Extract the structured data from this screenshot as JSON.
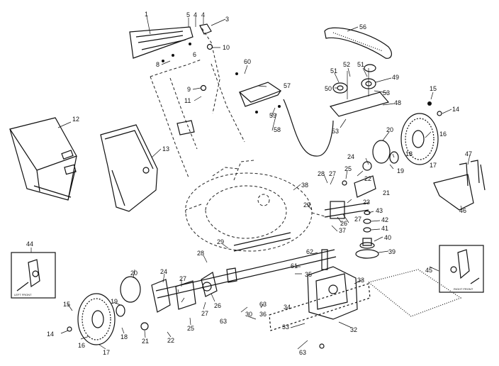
{
  "labels": {
    "p1": "1",
    "p5": "5",
    "p4": "4",
    "p3": "3",
    "p6": "6",
    "p10": "10",
    "p8": "8",
    "p9": "9",
    "p11": "11",
    "p12": "12",
    "p13": "13",
    "p60": "60",
    "p57": "57",
    "p59": "59",
    "p58": "58",
    "p56": "56",
    "p51a": "51",
    "p52": "52",
    "p51b": "51",
    "p50": "50",
    "p49": "49",
    "p53a": "53",
    "p48": "48",
    "p53b": "53",
    "p15a": "15",
    "p14a": "14",
    "p16a": "16",
    "p17a": "17",
    "p20a": "20",
    "p18a": "18",
    "p19a": "19",
    "p21a": "21",
    "p24a": "24",
    "p25a": "25",
    "p28a": "28",
    "p27a": "27",
    "p22a": "22",
    "p26a": "26",
    "p23a": "23",
    "p38": "38",
    "p29a": "29",
    "p37": "37",
    "p27b": "27",
    "p43": "43",
    "p42": "42",
    "p41": "41",
    "p40": "40",
    "p39": "39",
    "p47": "47",
    "p46": "46",
    "p45": "45",
    "p44": "44",
    "p28b": "28",
    "p29b": "29",
    "p62": "62",
    "p61": "61",
    "p35": "35",
    "p33a": "33",
    "p20b": "20",
    "p24b": "24",
    "p27c": "27",
    "p19b": "19",
    "p15b": "15",
    "p14b": "14",
    "p16b": "16",
    "p17b": "17",
    "p18b": "18",
    "p21b": "21",
    "p22b": "22",
    "p25b": "25",
    "p27d": "27",
    "p26b": "26",
    "p63a": "63",
    "p63b": "63",
    "p63c": "63",
    "p34": "34",
    "p33b": "33",
    "p32": "32",
    "p36": "36",
    "p30": "30"
  },
  "insets": {
    "right_front": "RIGHT FRONT",
    "left_front": "LEFT FRONT"
  }
}
